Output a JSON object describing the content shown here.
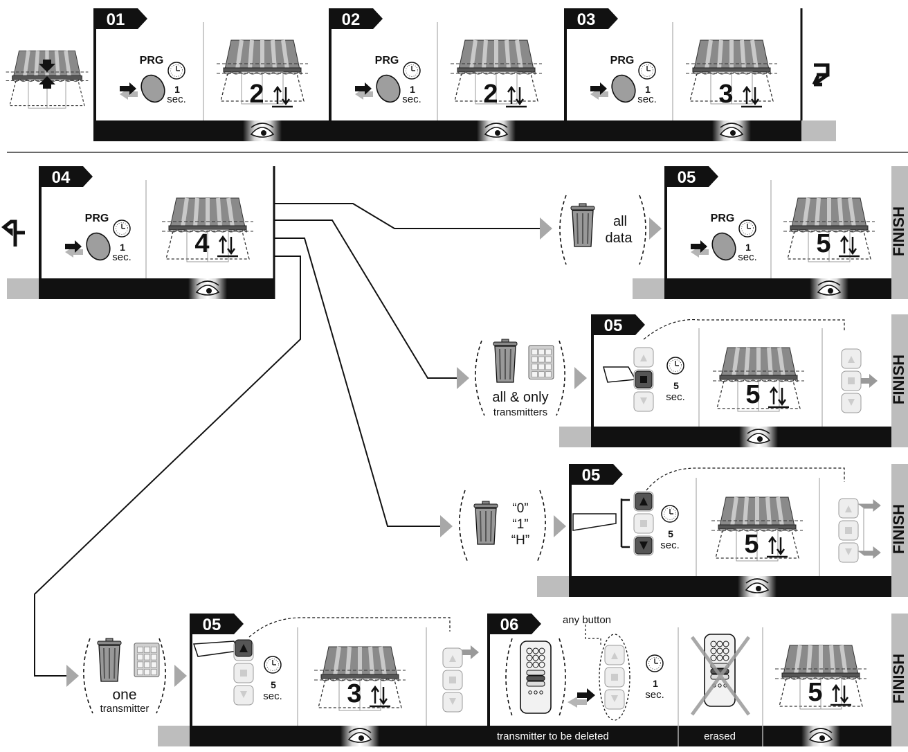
{
  "texts": {
    "prg": "PRG",
    "one": "1",
    "five": "5",
    "sec": "sec.",
    "finish": "FINISH",
    "all": "all",
    "data": "data",
    "all_only": "all & only",
    "transmitters": "transmitters",
    "q0": "“0”",
    "q1": "“1”",
    "qH": "“H”",
    "one_word": "one",
    "transmitter": "transmitter",
    "any_button": "any button",
    "to_delete": "transmitter to be deleted",
    "erased": "erased"
  },
  "steps": {
    "s1": "01",
    "s2": "02",
    "s3": "03",
    "s4": "04",
    "s5": "05",
    "s6": "06"
  },
  "counts": {
    "c2": "2",
    "c3": "3",
    "c4": "4",
    "c5": "5"
  },
  "colors": {
    "black": "#111111",
    "grey": "#bdbdbd",
    "arrowGrey": "#a8a8a8"
  }
}
